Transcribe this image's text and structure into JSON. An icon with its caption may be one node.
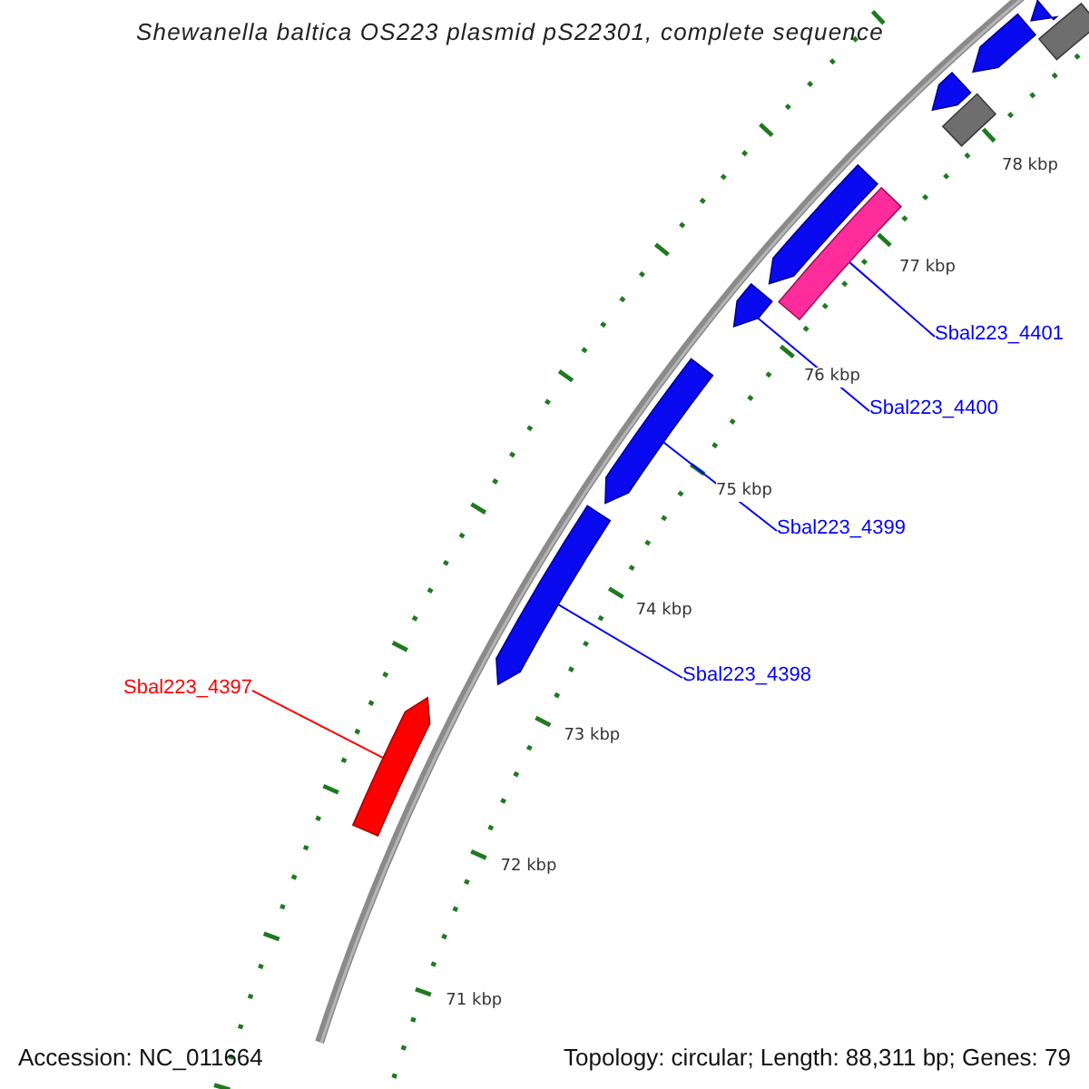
{
  "diagram": {
    "title": "Shewanella baltica OS223 plasmid pS22301, complete sequence",
    "nodes": [
      {
        "text": [
          "Sbal223_4401"
        ]
      },
      {
        "text": [],
        "shape": "bar"
      },
      {
        "text": [
          "Sbal223_4400"
        ]
      },
      {
        "text": [],
        "shape": "arrow"
      },
      {
        "text": [
          "Sbal223_4399"
        ]
      },
      {
        "text": [],
        "shape": "arrow"
      },
      {
        "text": [
          "Sbal223_4398"
        ]
      },
      {
        "text": [],
        "shape": "arrow"
      },
      {
        "text": [
          "Sbal223_4397"
        ]
      },
      {
        "text": [],
        "shape": "arrow"
      },
      {
        "text": [],
        "shape": "arrow"
      },
      {
        "text": [],
        "shape": "arrow"
      },
      {
        "text": [],
        "shape": "bar"
      },
      {
        "text": [],
        "shape": "arrow"
      },
      {
        "text": [],
        "shape": "arrow"
      },
      {
        "text": [],
        "shape": "bar"
      }
    ],
    "edges": [
      {
        "from": 0,
        "to": 1,
        "arrow": "none"
      },
      {
        "from": 2,
        "to": 3,
        "arrow": "none"
      },
      {
        "from": 4,
        "to": 5,
        "arrow": "none"
      },
      {
        "from": 6,
        "to": 7,
        "arrow": "none"
      },
      {
        "from": 8,
        "to": 9,
        "arrow": "none",
        "color": "#ff0000"
      }
    ],
    "labels": [
      "78 kbp",
      "77 kbp",
      "76 kbp",
      "75 kbp",
      "74 kbp",
      "73 kbp",
      "72 kbp",
      "71 kbp",
      "Accession: NC_011664",
      "Topology: circular; Length: 88,311 bp; Genes: 79"
    ]
  }
}
